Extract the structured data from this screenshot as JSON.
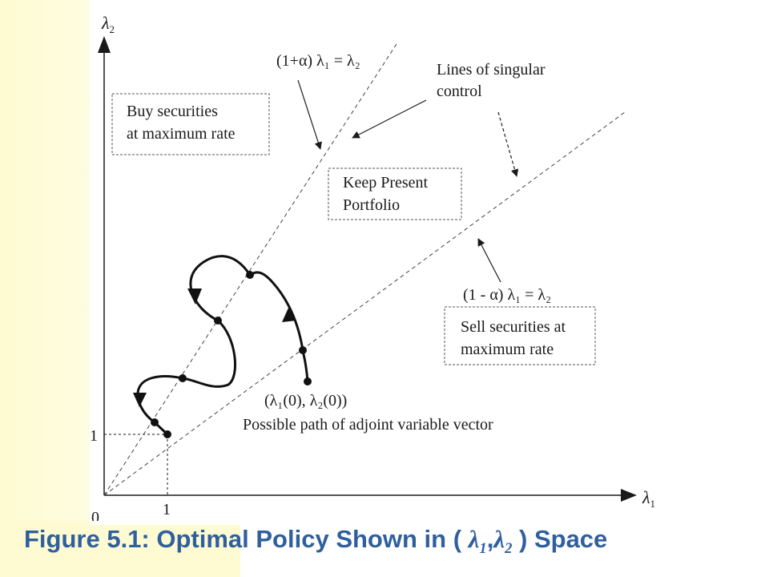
{
  "caption": {
    "prefix": "Figure 5.1: Optimal Policy Shown in (",
    "lambda1": "λ",
    "sub1": "1",
    "comma": ",",
    "lambda2": "λ",
    "sub2": "2",
    "suffix": ") Space"
  },
  "axes": {
    "x_symbol": "λ",
    "x_sub": "1",
    "y_symbol": "λ",
    "y_sub": "2",
    "origin": "0",
    "x_tick": "1",
    "y_tick": "1"
  },
  "labels": {
    "upper_line_eq": "(1+α) λ₁ = λ₂",
    "lower_line_eq": "(1 - α) λ₁ = λ₂",
    "lines_of_singular_control_1": "Lines of singular",
    "lines_of_singular_control_2": "control",
    "buy_1": "Buy securities",
    "buy_2": "at maximum rate",
    "keep_1": "Keep Present",
    "keep_2": "Portfolio",
    "sell_1": "Sell securities at",
    "sell_2": "maximum rate",
    "start_point": "(λ₁(0), λ₂(0))",
    "path_caption": "Possible path of adjoint variable vector"
  },
  "colors": {
    "caption": "#2f5f9e",
    "panel": "#fefbd2",
    "ink": "#1a1a1a"
  }
}
